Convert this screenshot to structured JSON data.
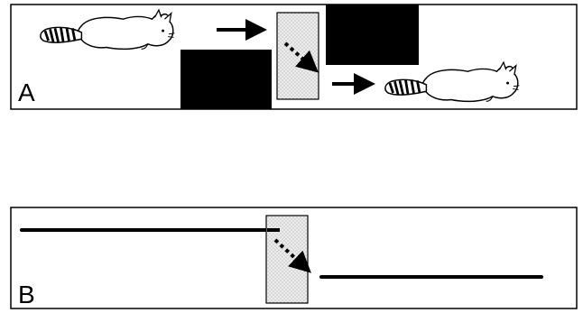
{
  "panels": [
    {
      "id": "A",
      "label": "A"
    },
    {
      "id": "B",
      "label": "B"
    }
  ],
  "colors": {
    "frame": "#000000",
    "occluder_fill": "#ececec",
    "occluder_stipple": "#9a9a9a",
    "blackout": "#000000",
    "cat_outline": "#000000",
    "cat_fill": "#ffffff"
  },
  "icons": [
    "cat-icon",
    "solid-arrow-icon",
    "dotted-arrow-icon"
  ]
}
